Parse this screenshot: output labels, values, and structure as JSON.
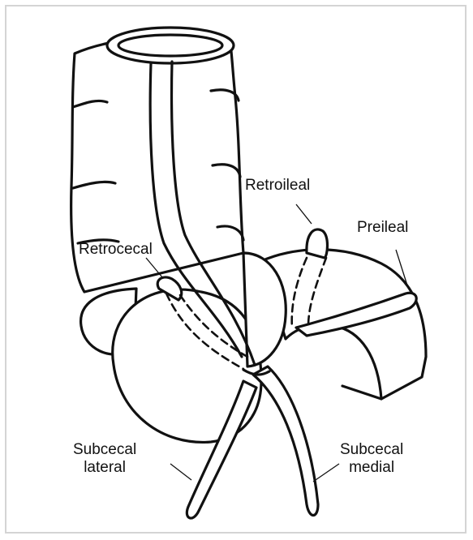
{
  "labels": {
    "retroileal": "Retroileal",
    "preileal": "Preileal",
    "retrocecal": "Retrocecal",
    "subcecal_lateral": "Subcecal\nlateral",
    "subcecal_medial": "Subcecal\nmedial"
  },
  "colors": {
    "ink": "#111111",
    "border": "#d4d4d4",
    "background": "#ffffff"
  }
}
